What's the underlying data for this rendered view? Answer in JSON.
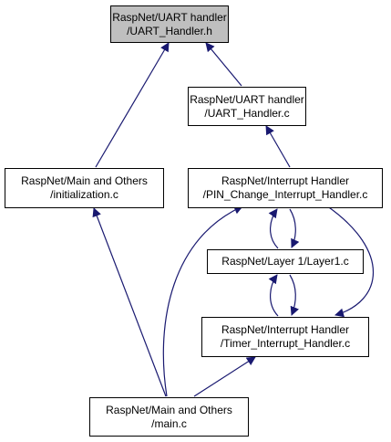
{
  "colors": {
    "edge": "#191970",
    "current_fill": "#bfbfbf",
    "node_fill": "#ffffff",
    "border": "#000000"
  },
  "nodes": {
    "uart_h": {
      "line1": "RaspNet/UART handler",
      "line2": "/UART_Handler.h"
    },
    "uart_c": {
      "line1": "RaspNet/UART handler",
      "line2": "/UART_Handler.c"
    },
    "init_c": {
      "line1": "RaspNet/Main and Others",
      "line2": "/initialization.c"
    },
    "pin_c": {
      "line1": "RaspNet/Interrupt Handler",
      "line2": "/PIN_Change_Interrupt_Handler.c"
    },
    "layer1_c": {
      "line1": "RaspNet/Layer 1/Layer1.c"
    },
    "timer_c": {
      "line1": "RaspNet/Interrupt Handler",
      "line2": "/Timer_Interrupt_Handler.c"
    },
    "main_c": {
      "line1": "RaspNet/Main and Others",
      "line2": "/main.c"
    }
  }
}
